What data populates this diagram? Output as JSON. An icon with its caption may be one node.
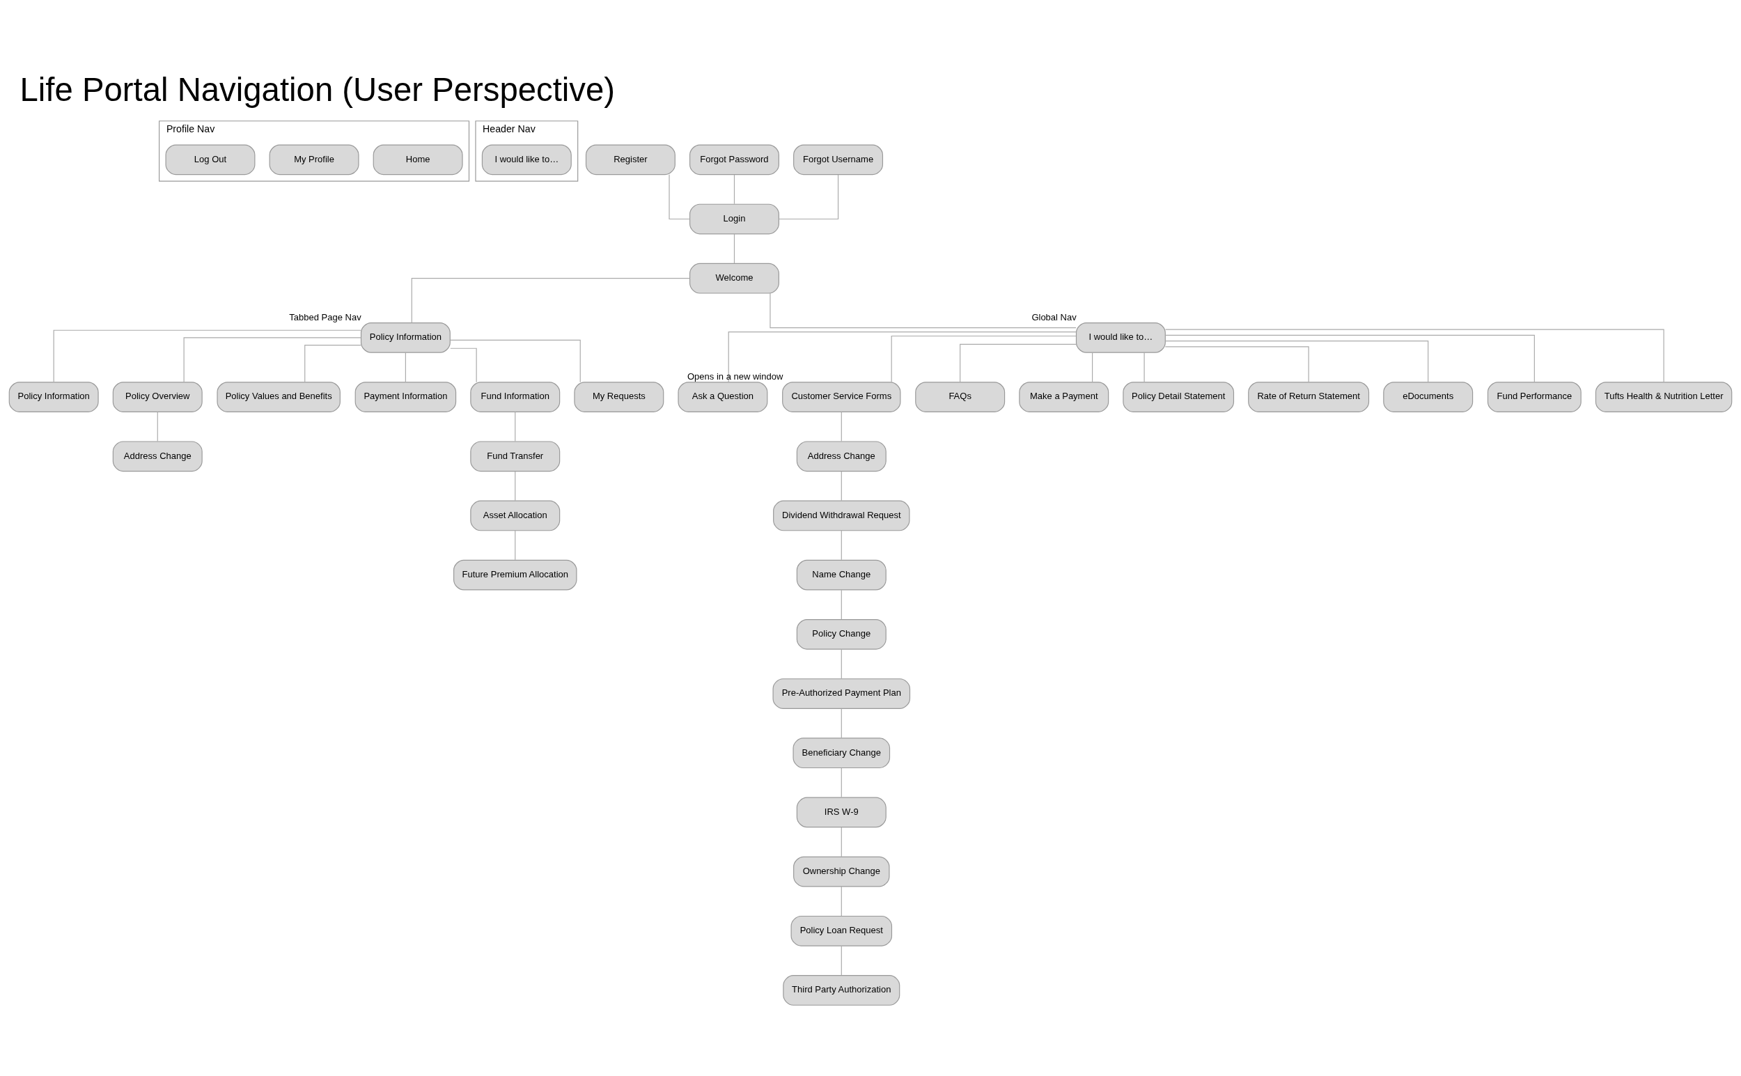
{
  "diagram": {
    "title": "Life Portal Navigation (User Perspective)",
    "nodes": [
      {
        "text": [
          "Profile Nav"
        ]
      },
      {
        "text": [
          "Home"
        ],
        "in": 0
      },
      {
        "text": [
          "My Profile"
        ],
        "in": 0
      },
      {
        "text": [
          "Log Out"
        ],
        "in": 0
      },
      {
        "text": [
          "Header Nav"
        ]
      },
      {
        "text": [
          "I would like to…"
        ],
        "in": 4
      },
      {
        "text": [
          "Register"
        ]
      },
      {
        "text": [
          "Forgot Password"
        ]
      },
      {
        "text": [
          "Forgot Username"
        ]
      },
      {
        "text": [
          "Login"
        ]
      },
      {
        "text": [
          "Welcome"
        ]
      },
      {
        "text": [
          "Policy Information"
        ],
        "beside": [
          "Tabbed Page Nav"
        ]
      },
      {
        "text": [
          "I would like to…"
        ],
        "beside": [
          "Global Nav"
        ]
      },
      {
        "text": [
          "Policy Information"
        ]
      },
      {
        "text": [
          "Policy Overview"
        ]
      },
      {
        "text": [
          "Policy Values and Benefits"
        ]
      },
      {
        "text": [
          "Payment Information"
        ]
      },
      {
        "text": [
          "Fund Information"
        ]
      },
      {
        "text": [
          "My Requests"
        ]
      },
      {
        "text": [
          "Ask a Question"
        ]
      },
      {
        "text": [
          "Customer Service Forms"
        ],
        "beside": [
          "Opens in a new window"
        ]
      },
      {
        "text": [
          "FAQs"
        ]
      },
      {
        "text": [
          "Make a Payment"
        ]
      },
      {
        "text": [
          "Policy Detail Statement"
        ]
      },
      {
        "text": [
          "Rate of Return Statement"
        ]
      },
      {
        "text": [
          "eDocuments"
        ]
      },
      {
        "text": [
          "Fund Performance"
        ]
      },
      {
        "text": [
          "Tufts Health & Nutrition Letter"
        ]
      },
      {
        "text": [
          "Address Change"
        ]
      },
      {
        "text": [
          "Fund Transfer"
        ]
      },
      {
        "text": [
          "Asset Allocation"
        ]
      },
      {
        "text": [
          "Future Premium Allocation"
        ]
      },
      {
        "text": [
          "Address Change"
        ]
      },
      {
        "text": [
          "Dividend Withdrawal Request"
        ]
      },
      {
        "text": [
          "Name Change"
        ]
      },
      {
        "text": [
          "Policy Change"
        ]
      },
      {
        "text": [
          "Pre-Authorized Payment Plan"
        ]
      },
      {
        "text": [
          "Beneficiary Change"
        ]
      },
      {
        "text": [
          "IRS W-9"
        ]
      },
      {
        "text": [
          "Ownership Change"
        ]
      },
      {
        "text": [
          "Policy Loan Request"
        ]
      },
      {
        "text": [
          "Third Party Authorization"
        ]
      }
    ],
    "edges": [
      {
        "from": 6,
        "to": 9,
        "arrow": "none"
      },
      {
        "from": 7,
        "to": 9,
        "arrow": "none"
      },
      {
        "from": 8,
        "to": 9,
        "arrow": "none"
      },
      {
        "from": 9,
        "to": 10,
        "arrow": "none"
      },
      {
        "from": 10,
        "to": 11,
        "arrow": "none"
      },
      {
        "from": 10,
        "to": 12,
        "arrow": "none"
      },
      {
        "from": 11,
        "to": 13,
        "arrow": "none"
      },
      {
        "from": 11,
        "to": 14,
        "arrow": "none"
      },
      {
        "from": 11,
        "to": 15,
        "arrow": "none"
      },
      {
        "from": 11,
        "to": 16,
        "arrow": "none"
      },
      {
        "from": 11,
        "to": 17,
        "arrow": "none"
      },
      {
        "from": 11,
        "to": 18,
        "arrow": "none"
      },
      {
        "from": 12,
        "to": 19,
        "arrow": "none"
      },
      {
        "from": 12,
        "to": 20,
        "arrow": "none"
      },
      {
        "from": 12,
        "to": 21,
        "arrow": "none"
      },
      {
        "from": 12,
        "to": 22,
        "arrow": "none"
      },
      {
        "from": 12,
        "to": 23,
        "arrow": "none"
      },
      {
        "from": 12,
        "to": 24,
        "arrow": "none"
      },
      {
        "from": 12,
        "to": 25,
        "arrow": "none"
      },
      {
        "from": 12,
        "to": 26,
        "arrow": "none"
      },
      {
        "from": 12,
        "to": 27,
        "arrow": "none"
      },
      {
        "from": 14,
        "to": 28,
        "arrow": "none"
      },
      {
        "from": 17,
        "to": 29,
        "arrow": "none"
      },
      {
        "from": 29,
        "to": 30,
        "arrow": "none"
      },
      {
        "from": 30,
        "to": 31,
        "arrow": "none"
      },
      {
        "from": 20,
        "to": 32,
        "arrow": "none"
      },
      {
        "from": 32,
        "to": 33,
        "arrow": "none"
      },
      {
        "from": 33,
        "to": 34,
        "arrow": "none"
      },
      {
        "from": 34,
        "to": 35,
        "arrow": "none"
      },
      {
        "from": 35,
        "to": 36,
        "arrow": "none"
      },
      {
        "from": 36,
        "to": 37,
        "arrow": "none"
      },
      {
        "from": 37,
        "to": 38,
        "arrow": "none"
      },
      {
        "from": 38,
        "to": 39,
        "arrow": "none"
      },
      {
        "from": 39,
        "to": 40,
        "arrow": "none"
      },
      {
        "from": 40,
        "to": 41,
        "arrow": "none"
      }
    ]
  }
}
